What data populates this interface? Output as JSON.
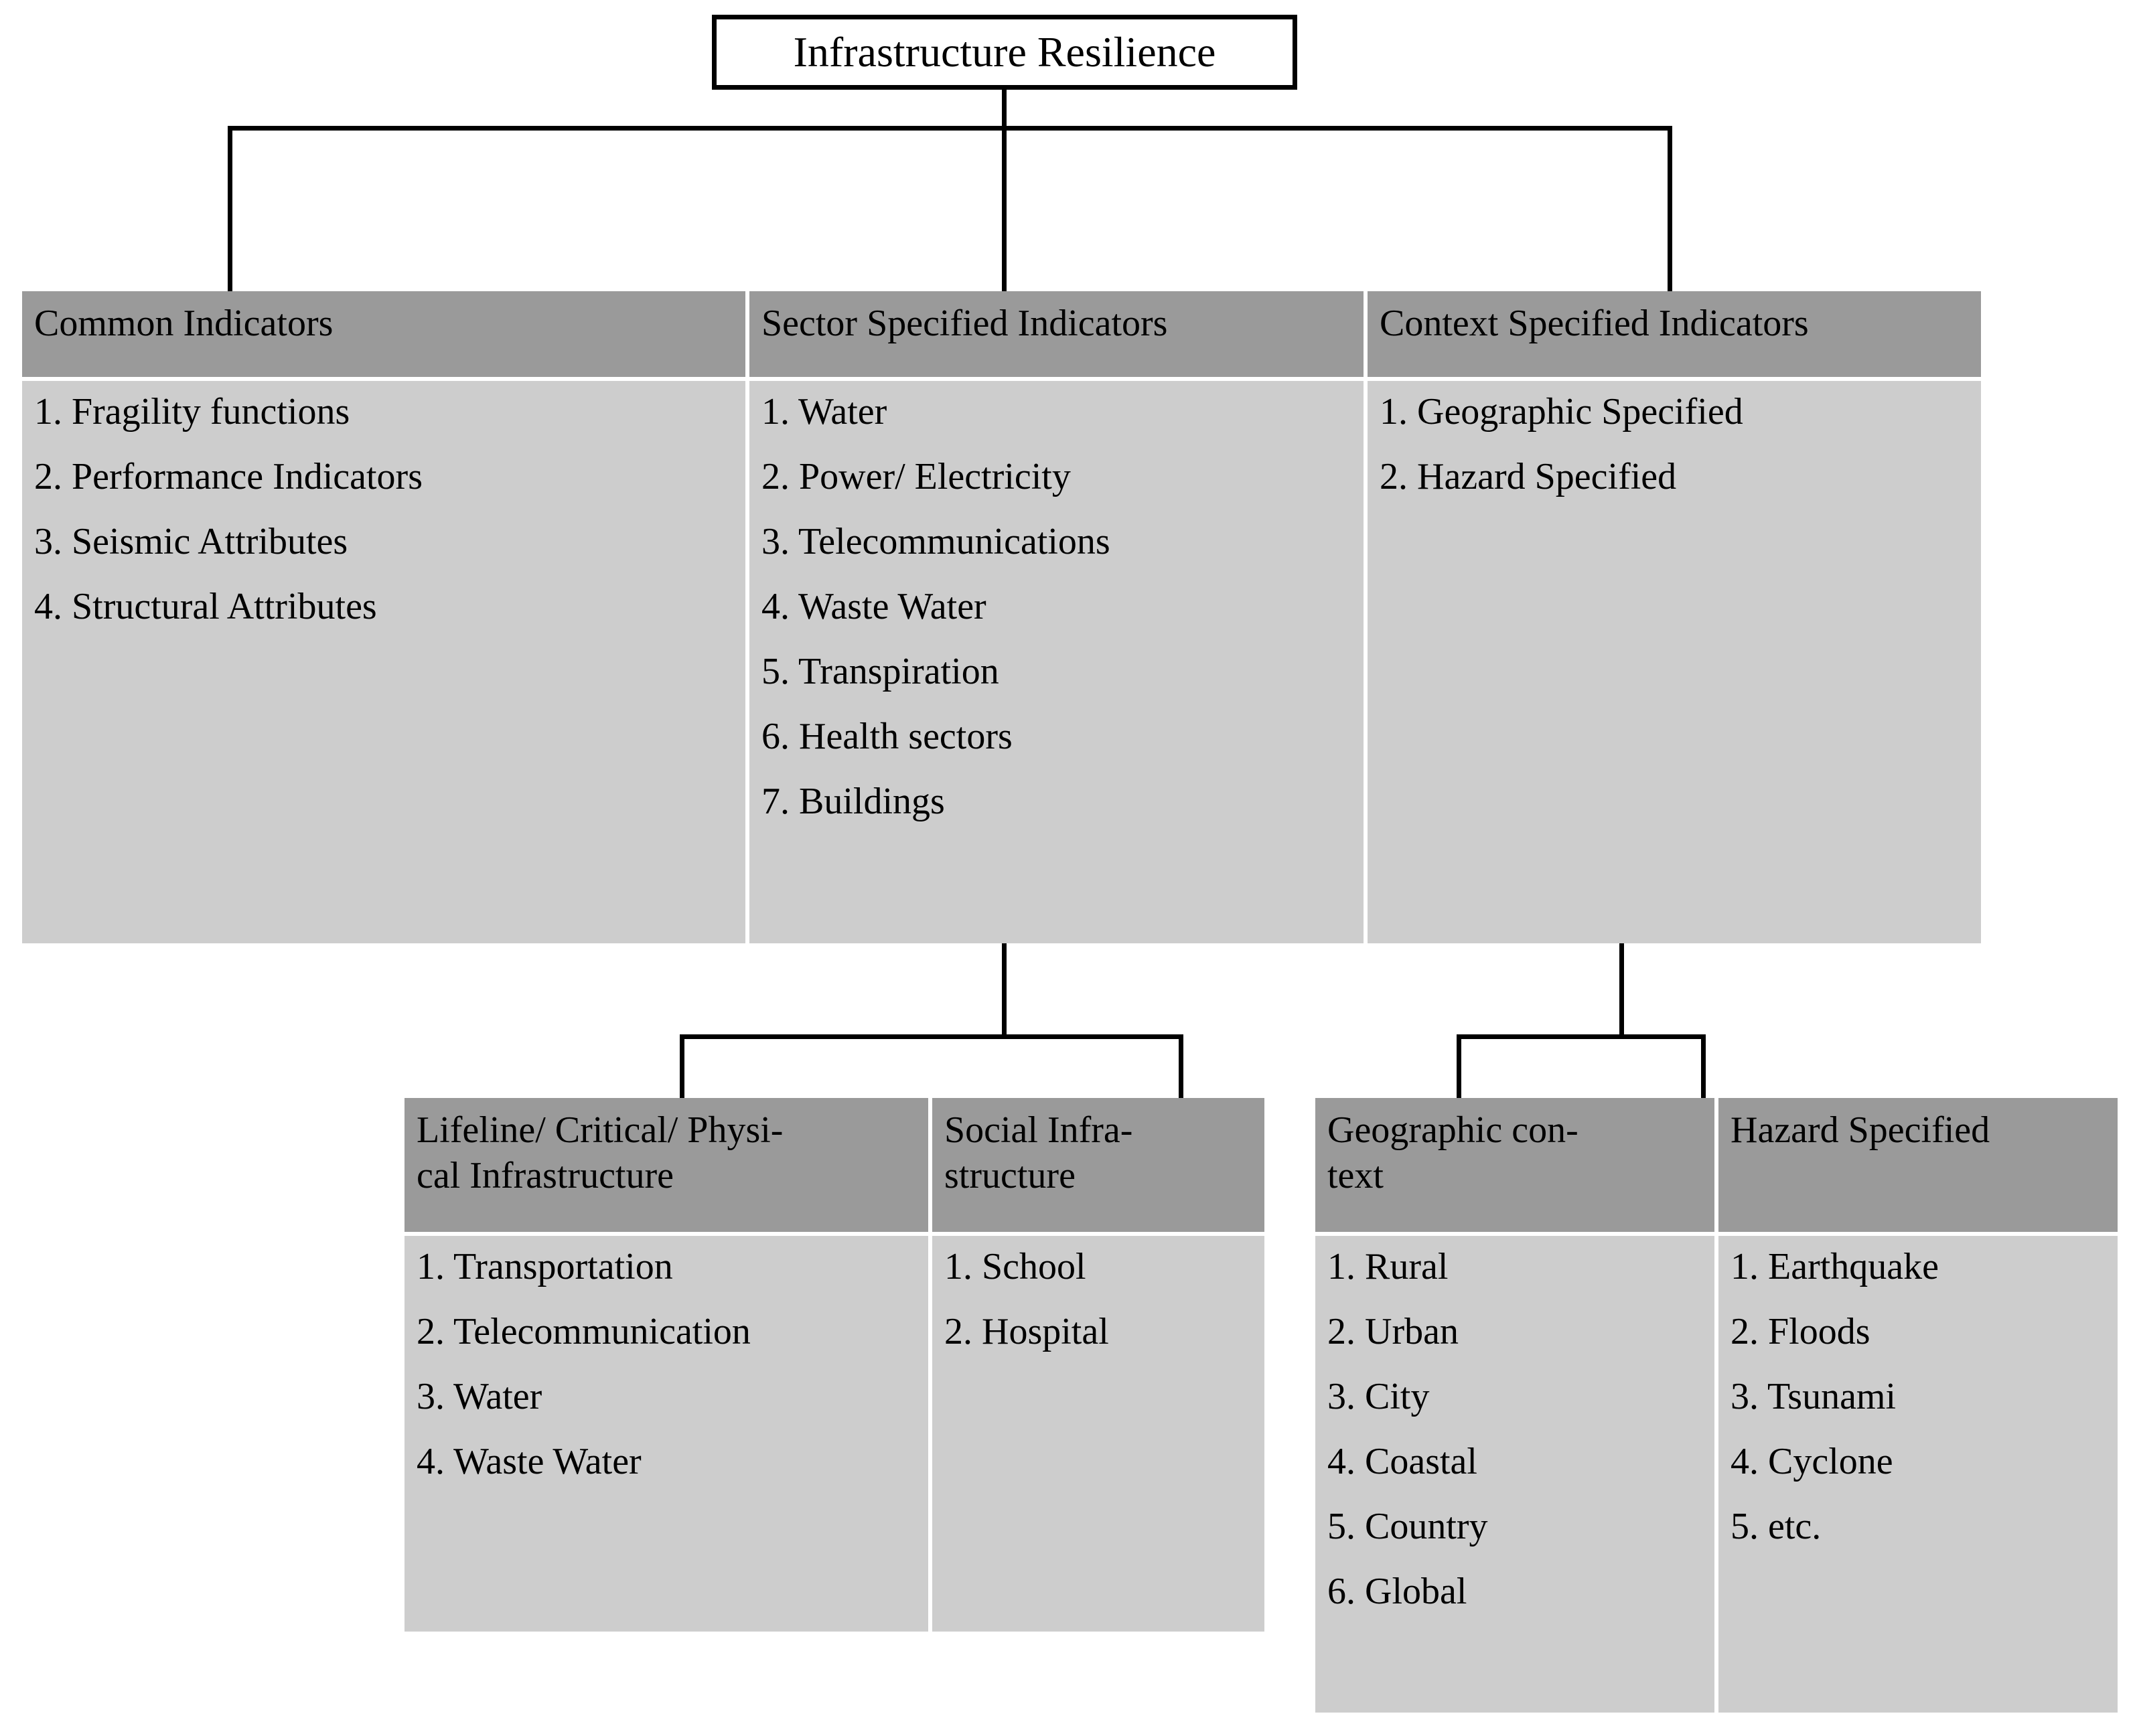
{
  "diagram": {
    "root": {
      "label": "Infrastructure Resilience"
    },
    "main_table": {
      "columns": [
        {
          "header": "Common Indicators",
          "items": [
            "1. Fragility functions",
            "2. Performance Indicators",
            "3. Seismic Attributes",
            "4. Structural Attributes"
          ]
        },
        {
          "header": "Sector Specified Indicators",
          "items": [
            "1. Water",
            "2. Power/ Electricity",
            "3. Telecommunications",
            "4. Waste Water",
            "5. Transpiration",
            "6. Health sectors",
            "7. Buildings"
          ]
        },
        {
          "header": "Context Specified Indicators",
          "items": [
            "1. Geographic Specified",
            "2. Hazard Specified"
          ]
        }
      ]
    },
    "left_sub_table": {
      "columns": [
        {
          "header_line1": "Lifeline/ Critical/ Physi-",
          "header_line2": "cal Infrastructure",
          "items": [
            "1. Transportation",
            "2. Telecommunication",
            "3. Water",
            "4. Waste Water"
          ]
        },
        {
          "header_line1": "Social Infra-",
          "header_line2": "structure",
          "items": [
            "1. School",
            "2. Hospital"
          ]
        }
      ]
    },
    "right_sub_table": {
      "columns": [
        {
          "header_line1": "Geographic con-",
          "header_line2": "text",
          "items": [
            "1. Rural",
            "2. Urban",
            "3. City",
            "4. Coastal",
            "5. Country",
            "6. Global"
          ]
        },
        {
          "header_line1": "Hazard Specified",
          "header_line2": "",
          "items": [
            "1. Earthquake",
            "2. Floods",
            "3. Tsunami",
            "4. Cyclone",
            "5. etc."
          ]
        }
      ]
    },
    "colors": {
      "header_fill": "#9a9a9a",
      "body_fill": "#cdcdcd",
      "line": "#000000",
      "page": "#ffffff"
    }
  }
}
